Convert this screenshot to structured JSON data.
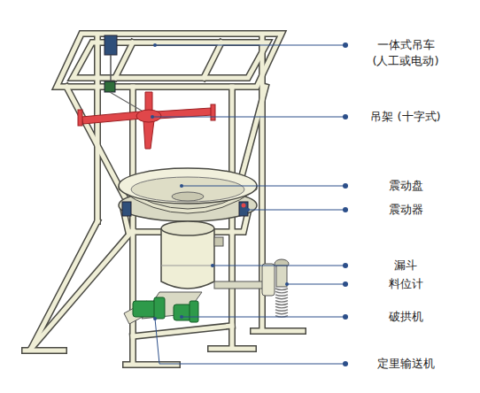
{
  "diagram": {
    "labels": [
      "一体式吊车 (人工或电动)",
      "吊架 (十字式)",
      "震动盘",
      "震动器",
      "漏斗",
      "料位计",
      "破拱机",
      "定里输送机"
    ]
  }
}
